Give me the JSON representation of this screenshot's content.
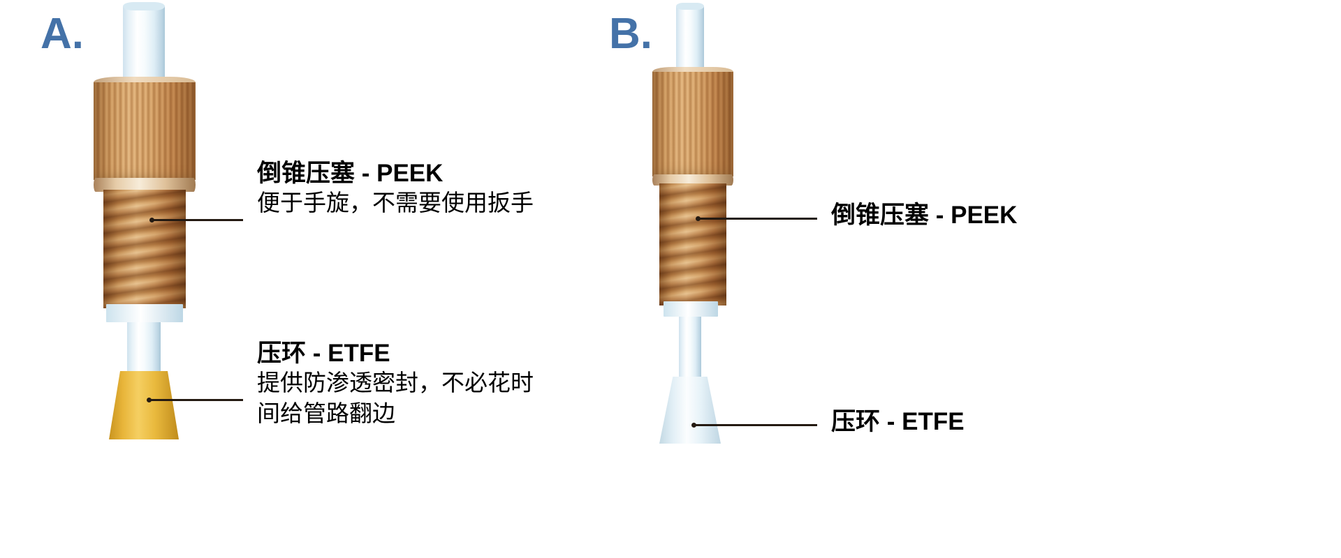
{
  "figure": {
    "title": "",
    "background_color": "#ffffff",
    "panel_letter_color": "#4472a8",
    "leader_line_color": "#241a12"
  },
  "panels": [
    {
      "id": "panel-a",
      "letter": "A.",
      "assembly": {
        "tubing_color": "#dcecf5",
        "nut_color": "#e3c69e",
        "ferrule_color": "#e8b53a",
        "ferrule_material": "ETFE",
        "nut_material": "PEEK"
      },
      "callouts": [
        {
          "id": "callout-a-nut",
          "title": "倒锥压塞 - PEEK",
          "description_lines": [
            "便于手旋，不需要使用扳手"
          ]
        },
        {
          "id": "callout-a-ferrule",
          "title": "压环 - ETFE",
          "description_lines": [
            "提供防渗透密封，不必花时",
            "间给管路翻边"
          ]
        }
      ]
    },
    {
      "id": "panel-b",
      "letter": "B.",
      "assembly": {
        "tubing_color": "#dcecf5",
        "nut_color": "#e3c69e",
        "ferrule_color": "#dceaf2",
        "ferrule_material": "ETFE",
        "nut_material": "PEEK"
      },
      "callouts": [
        {
          "id": "callout-b-nut",
          "title": "倒锥压塞 - PEEK",
          "description_lines": []
        },
        {
          "id": "callout-b-ferrule",
          "title": "压环 - ETFE",
          "description_lines": []
        }
      ]
    }
  ]
}
